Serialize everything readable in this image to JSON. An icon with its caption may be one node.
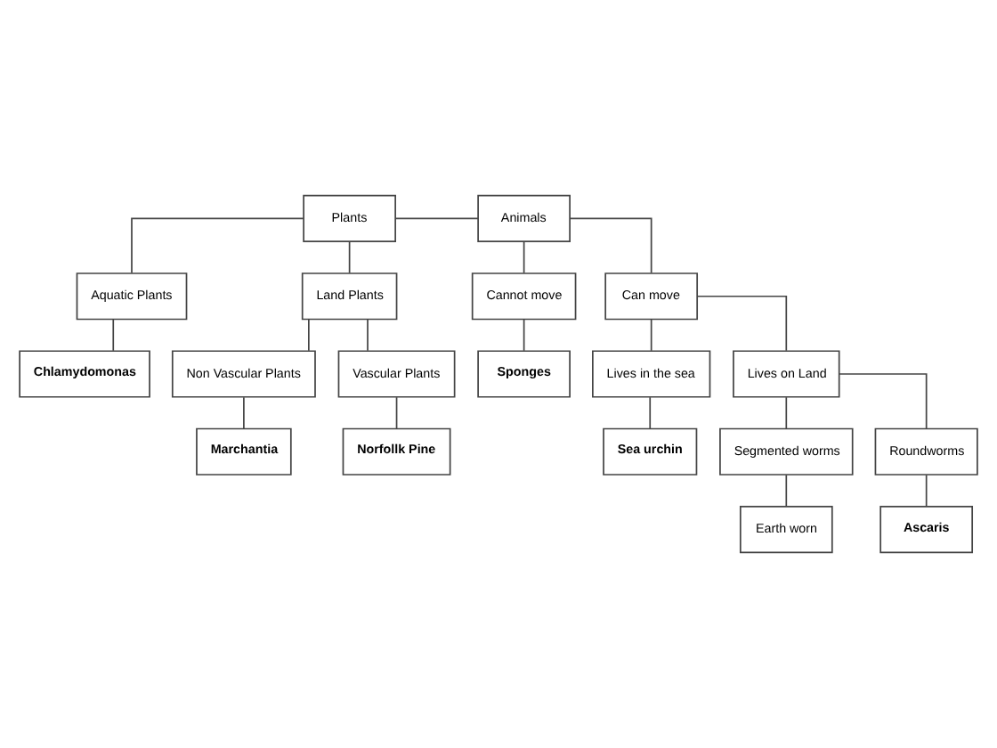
{
  "diagram": {
    "nodes": [
      {
        "text": [
          "Plants"
        ]
      },
      {
        "text": [
          "Animals"
        ]
      },
      {
        "text": [
          "Aquatic Plants"
        ]
      },
      {
        "text": [
          "Land Plants"
        ]
      },
      {
        "text": [
          "Cannot move"
        ]
      },
      {
        "text": [
          "Can move"
        ]
      },
      {
        "text": [
          "Non Vascular Plants"
        ]
      },
      {
        "text": [
          "Vascular Plants"
        ]
      },
      {
        "text": [
          "Lives in the sea"
        ]
      },
      {
        "text": [
          "Lives on Land"
        ]
      },
      {
        "text": [
          "Sea urchin"
        ]
      },
      {
        "text": [
          "Norfollk Pine"
        ]
      },
      {
        "text": [
          "Segmented worms"
        ]
      },
      {
        "text": [
          "Roundworms"
        ]
      },
      {
        "text": [
          "Marchantia"
        ]
      },
      {
        "text": [
          "Chlamydomonas"
        ]
      },
      {
        "text": [
          "Sponges"
        ]
      },
      {
        "text": [
          "Ascaris"
        ]
      },
      {
        "text": [
          "Earth worn"
        ]
      }
    ],
    "edges": [
      {
        "from": 0,
        "to": 1,
        "arrow": "none"
      },
      {
        "from": 0,
        "to": 2,
        "arrow": "none"
      },
      {
        "from": 0,
        "to": 3,
        "arrow": "none"
      },
      {
        "from": 1,
        "to": 4,
        "arrow": "none"
      },
      {
        "from": 1,
        "to": 5,
        "arrow": "none"
      },
      {
        "from": 3,
        "to": 6,
        "arrow": "none"
      },
      {
        "from": 3,
        "to": 7,
        "arrow": "none"
      },
      {
        "from": 5,
        "to": 8,
        "arrow": "none"
      },
      {
        "from": 5,
        "to": 9,
        "arrow": "none"
      },
      {
        "from": 2,
        "to": 15,
        "arrow": "none"
      },
      {
        "from": 6,
        "to": 14,
        "arrow": "none"
      },
      {
        "from": 7,
        "to": 11,
        "arrow": "none"
      },
      {
        "from": 4,
        "to": 16,
        "arrow": "none"
      },
      {
        "from": 8,
        "to": 10,
        "arrow": "none"
      },
      {
        "from": 9,
        "to": 12,
        "arrow": "none"
      },
      {
        "from": 9,
        "to": 13,
        "arrow": "none"
      },
      {
        "from": 12,
        "to": 18,
        "arrow": "none"
      },
      {
        "from": 13,
        "to": 17,
        "arrow": "none"
      }
    ]
  }
}
